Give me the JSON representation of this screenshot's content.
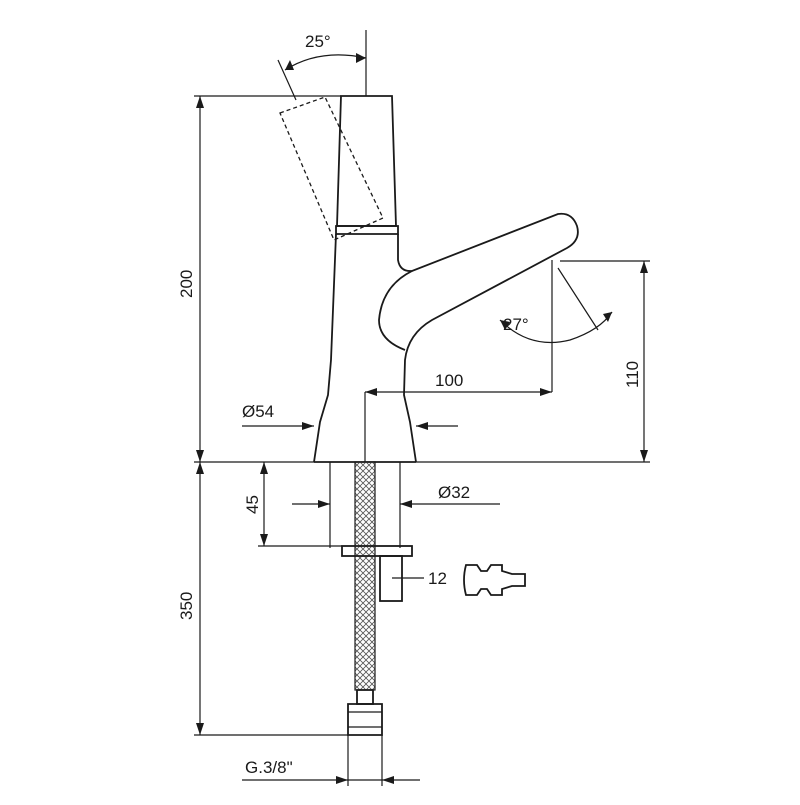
{
  "dimensions": {
    "handle_angle": "25°",
    "spout_angle": "27°",
    "total_height": "200",
    "spout_height": "110",
    "spout_reach": "100",
    "base_diameter": "Ø54",
    "shank_diameter": "Ø32",
    "shank_length": "45",
    "hose_length": "350",
    "wrench_size": "12",
    "connection_thread": "G.3/8\""
  },
  "colors": {
    "line": "#1a1a1a",
    "background": "#ffffff"
  },
  "icons": {
    "wrench": "wrench-icon"
  }
}
